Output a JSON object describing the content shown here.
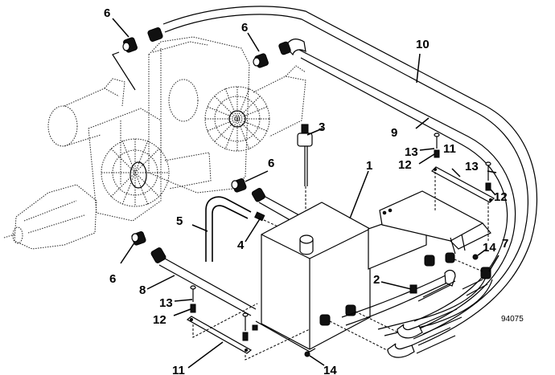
{
  "diagram": {
    "title": "Hydraulic reservoir and hose assembly - exploded view",
    "reference_number": "94075",
    "callouts": [
      {
        "id": "c6a",
        "label": "6",
        "part": "fitting"
      },
      {
        "id": "c6b",
        "label": "6",
        "part": "fitting"
      },
      {
        "id": "c6c",
        "label": "6",
        "part": "fitting"
      },
      {
        "id": "c6d",
        "label": "6",
        "part": "fitting"
      },
      {
        "id": "c10",
        "label": "10",
        "part": "hose"
      },
      {
        "id": "c9",
        "label": "9",
        "part": "hose"
      },
      {
        "id": "c3",
        "label": "3",
        "part": "dipstick cap"
      },
      {
        "id": "c1",
        "label": "1",
        "part": "reservoir tank"
      },
      {
        "id": "c13a",
        "label": "13",
        "part": "bolt"
      },
      {
        "id": "c12a",
        "label": "12",
        "part": "spacer"
      },
      {
        "id": "c11a",
        "label": "11",
        "part": "strap"
      },
      {
        "id": "c13b",
        "label": "13",
        "part": "bolt"
      },
      {
        "id": "c12b",
        "label": "12",
        "part": "spacer"
      },
      {
        "id": "c5",
        "label": "5",
        "part": "breather tube"
      },
      {
        "id": "c4",
        "label": "4",
        "part": "breather fitting"
      },
      {
        "id": "c8",
        "label": "8",
        "part": "hose"
      },
      {
        "id": "c2",
        "label": "2",
        "part": "drain plug"
      },
      {
        "id": "c14a",
        "label": "14",
        "part": "nut"
      },
      {
        "id": "c7",
        "label": "7",
        "part": "hose"
      },
      {
        "id": "c13c",
        "label": "13",
        "part": "bolt"
      },
      {
        "id": "c12c",
        "label": "12",
        "part": "spacer"
      },
      {
        "id": "c11b",
        "label": "11",
        "part": "strap"
      },
      {
        "id": "c14b",
        "label": "14",
        "part": "nut"
      }
    ]
  }
}
